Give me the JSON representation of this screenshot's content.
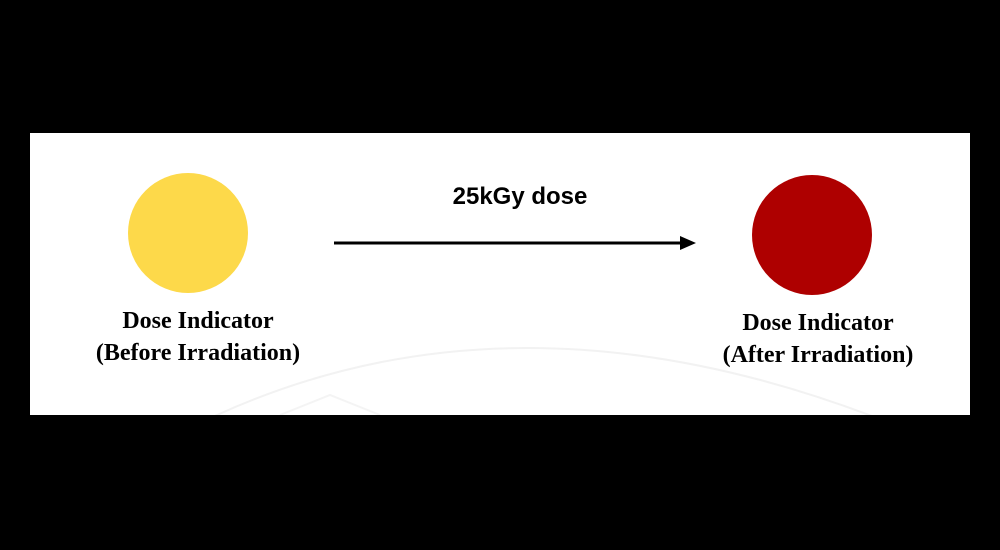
{
  "colors": {
    "background": "#000000",
    "panel": "#ffffff",
    "before_indicator": "#fdd94a",
    "after_indicator": "#ae0000",
    "arrow": "#000000"
  },
  "before": {
    "line1": "Dose Indicator",
    "line2": "(Before Irradiation)"
  },
  "after": {
    "line1": "Dose Indicator",
    "line2": "(After Irradiation)"
  },
  "dose": {
    "label": "25kGy dose"
  }
}
